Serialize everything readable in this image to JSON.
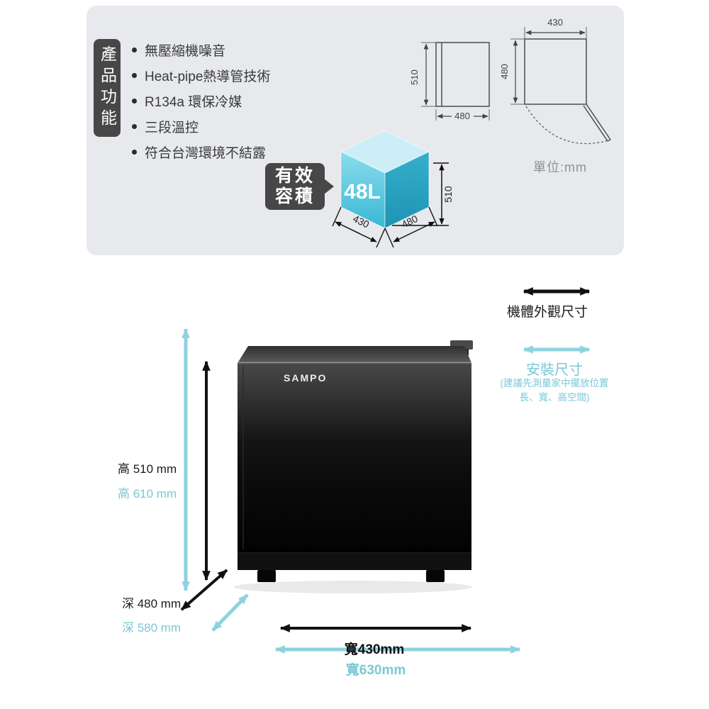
{
  "panel": {
    "title": "產品功能",
    "features": [
      "無壓縮機噪音",
      "Heat-pipe熱導管技術",
      "R134a 環保冷媒",
      "三段溫控",
      "符合台灣環境不結露"
    ],
    "capacity_tag": {
      "line1": "有效",
      "line2": "容積"
    },
    "cube": {
      "volume": "48L",
      "width": "430",
      "depth": "480",
      "height": "510"
    },
    "side_view": {
      "height": "510",
      "depth": "480"
    },
    "top_view": {
      "width": "430",
      "depth": "480"
    },
    "unit_label": "單位:mm"
  },
  "product": {
    "brand": "SAMPO"
  },
  "dimensions": {
    "legend_body": "機體外觀尺寸",
    "legend_install": "安裝尺寸",
    "install_note_line1": "(建議先測量家中擺放位置",
    "install_note_line2": "長、寬、高空間)",
    "height_body": "高 510 mm",
    "height_install": "高 610 mm",
    "depth_body": "深 480 mm",
    "depth_install": "深 580 mm",
    "width_body": "寬430mm",
    "width_install": "寬630mm"
  },
  "colors": {
    "accent_cyan": "#7cc7d6",
    "dark_label_bg": "#474747",
    "panel_bg": "#e7e9ec",
    "cube_top": "#cdeef6",
    "cube_front": "#5cc8df",
    "cube_side": "#2ba6c4"
  }
}
